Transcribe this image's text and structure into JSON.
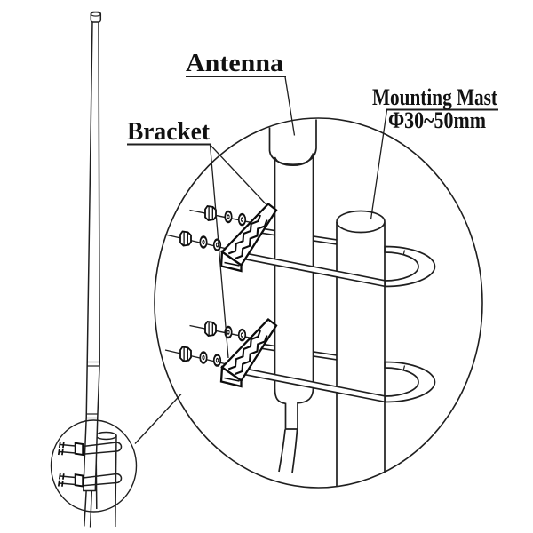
{
  "page": {
    "background": "#ffffff"
  },
  "labels": {
    "antenna": "Antenna",
    "bracket": "Bracket",
    "mast_line1": "Mounting Mast",
    "mast_line2": "Φ30~50mm"
  },
  "colors": {
    "line": "#1f1f1f",
    "heavy": "#0c0c0c",
    "background": "#ffffff"
  }
}
